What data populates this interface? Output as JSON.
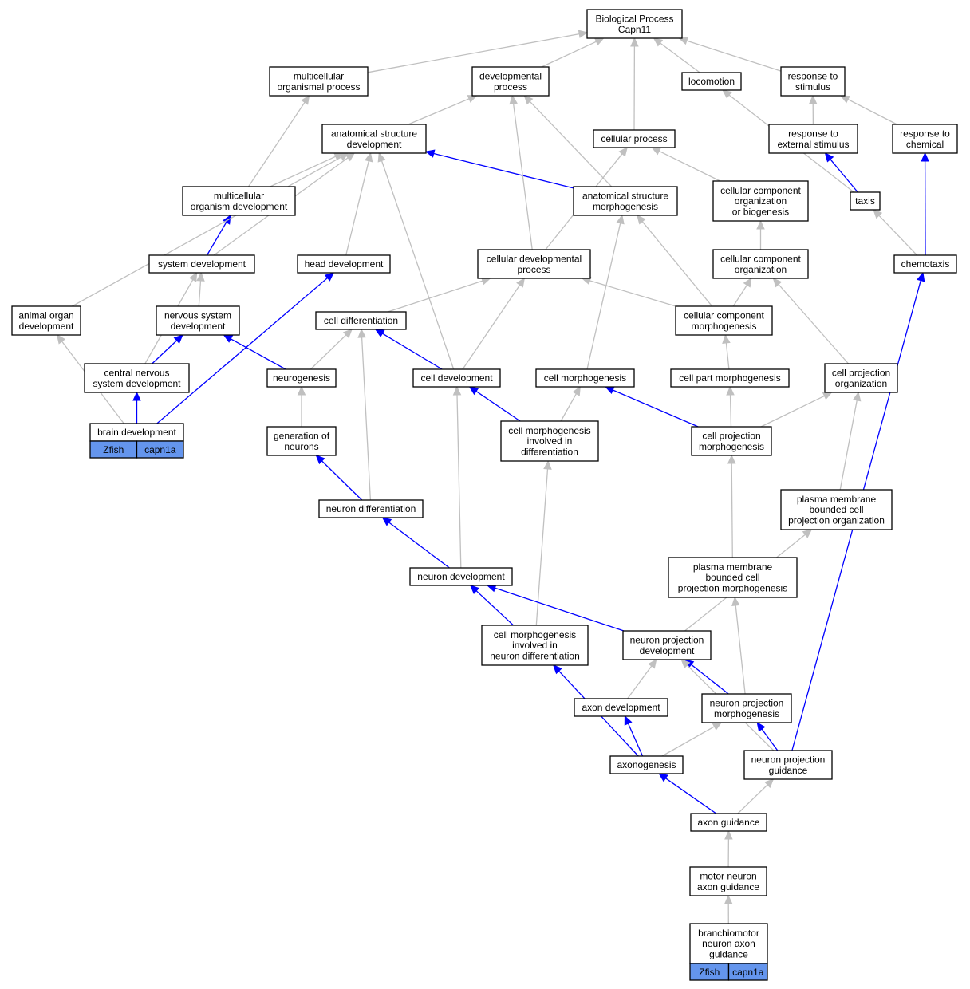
{
  "diagram": {
    "colors": {
      "is_a_edge": "#c0c0c0",
      "part_of_edge": "#0000ff",
      "annotation_tag": "#6495ed",
      "node_border": "#000000",
      "node_fill": "#ffffff"
    },
    "nodes": [
      {
        "id": "bp",
        "lines": [
          "Biological Process",
          "Capn11"
        ]
      },
      {
        "id": "mop",
        "lines": [
          "multicellular",
          "organismal process"
        ]
      },
      {
        "id": "dp",
        "lines": [
          "developmental",
          "process"
        ]
      },
      {
        "id": "loc",
        "lines": [
          "locomotion"
        ]
      },
      {
        "id": "rts",
        "lines": [
          "response to",
          "stimulus"
        ]
      },
      {
        "id": "asd",
        "lines": [
          "anatomical structure",
          "development"
        ]
      },
      {
        "id": "cp",
        "lines": [
          "cellular process"
        ]
      },
      {
        "id": "rtes",
        "lines": [
          "response to",
          "external stimulus"
        ]
      },
      {
        "id": "rtc",
        "lines": [
          "response to",
          "chemical"
        ]
      },
      {
        "id": "mod",
        "lines": [
          "multicellular",
          "organism development"
        ]
      },
      {
        "id": "asm",
        "lines": [
          "anatomical structure",
          "morphogenesis"
        ]
      },
      {
        "id": "ccob",
        "lines": [
          "cellular component",
          "organization",
          "or biogenesis"
        ]
      },
      {
        "id": "taxis",
        "lines": [
          "taxis"
        ]
      },
      {
        "id": "sd",
        "lines": [
          "system development"
        ]
      },
      {
        "id": "hd",
        "lines": [
          "head development"
        ]
      },
      {
        "id": "cdp",
        "lines": [
          "cellular developmental",
          "process"
        ]
      },
      {
        "id": "cco",
        "lines": [
          "cellular component",
          "organization"
        ]
      },
      {
        "id": "chemo",
        "lines": [
          "chemotaxis"
        ]
      },
      {
        "id": "aod",
        "lines": [
          "animal organ",
          "development"
        ]
      },
      {
        "id": "nsd",
        "lines": [
          "nervous system",
          "development"
        ]
      },
      {
        "id": "cdiff",
        "lines": [
          "cell differentiation"
        ]
      },
      {
        "id": "ccm",
        "lines": [
          "cellular component",
          "morphogenesis"
        ]
      },
      {
        "id": "cnsd",
        "lines": [
          "central nervous",
          "system development"
        ]
      },
      {
        "id": "neurog",
        "lines": [
          "neurogenesis"
        ]
      },
      {
        "id": "cdev",
        "lines": [
          "cell development"
        ]
      },
      {
        "id": "cmorph",
        "lines": [
          "cell morphogenesis"
        ]
      },
      {
        "id": "cpm",
        "lines": [
          "cell part morphogenesis"
        ]
      },
      {
        "id": "cpo",
        "lines": [
          "cell projection",
          "organization"
        ]
      },
      {
        "id": "bd",
        "lines": [
          "brain development"
        ],
        "tags": [
          "Zfish",
          "capn1a"
        ]
      },
      {
        "id": "gon",
        "lines": [
          "generation of",
          "neurons"
        ]
      },
      {
        "id": "cmid",
        "lines": [
          "cell morphogenesis",
          "involved in",
          "differentiation"
        ]
      },
      {
        "id": "cprojm",
        "lines": [
          "cell projection",
          "morphogenesis"
        ]
      },
      {
        "id": "pmbcpo",
        "lines": [
          "plasma membrane",
          "bounded cell",
          "projection organization"
        ]
      },
      {
        "id": "ndiff",
        "lines": [
          "neuron differentiation"
        ]
      },
      {
        "id": "ndev",
        "lines": [
          "neuron development"
        ]
      },
      {
        "id": "pmbcpm",
        "lines": [
          "plasma membrane",
          "bounded cell",
          "projection morphogenesis"
        ]
      },
      {
        "id": "cmind",
        "lines": [
          "cell morphogenesis",
          "involved in",
          "neuron differentiation"
        ]
      },
      {
        "id": "npd",
        "lines": [
          "neuron projection",
          "development"
        ]
      },
      {
        "id": "axd",
        "lines": [
          "axon development"
        ]
      },
      {
        "id": "npm",
        "lines": [
          "neuron projection",
          "morphogenesis"
        ]
      },
      {
        "id": "axg",
        "lines": [
          "axonogenesis"
        ]
      },
      {
        "id": "npg",
        "lines": [
          "neuron projection",
          "guidance"
        ]
      },
      {
        "id": "axguid",
        "lines": [
          "axon guidance"
        ]
      },
      {
        "id": "mnag",
        "lines": [
          "motor neuron",
          "axon guidance"
        ]
      },
      {
        "id": "bmnag",
        "lines": [
          "branchiomotor",
          "neuron axon",
          "guidance"
        ],
        "tags": [
          "Zfish",
          "capn1a"
        ]
      }
    ],
    "edges": [
      {
        "from": "mop",
        "to": "bp",
        "type": "is_a"
      },
      {
        "from": "dp",
        "to": "bp",
        "type": "is_a"
      },
      {
        "from": "loc",
        "to": "bp",
        "type": "is_a"
      },
      {
        "from": "rts",
        "to": "bp",
        "type": "is_a"
      },
      {
        "from": "cp",
        "to": "bp",
        "type": "is_a"
      },
      {
        "from": "asd",
        "to": "dp",
        "type": "is_a"
      },
      {
        "from": "rtes",
        "to": "rts",
        "type": "is_a"
      },
      {
        "from": "rtc",
        "to": "rts",
        "type": "is_a"
      },
      {
        "from": "mod",
        "to": "mop",
        "type": "is_a"
      },
      {
        "from": "mod",
        "to": "asd",
        "type": "is_a"
      },
      {
        "from": "asm",
        "to": "asd",
        "type": "part_of"
      },
      {
        "from": "asm",
        "to": "dp",
        "type": "is_a"
      },
      {
        "from": "ccob",
        "to": "cp",
        "type": "is_a"
      },
      {
        "from": "taxis",
        "to": "rtes",
        "type": "part_of"
      },
      {
        "from": "taxis",
        "to": "loc",
        "type": "is_a"
      },
      {
        "from": "sd",
        "to": "mod",
        "type": "part_of"
      },
      {
        "from": "sd",
        "to": "asd",
        "type": "is_a"
      },
      {
        "from": "hd",
        "to": "asd",
        "type": "is_a"
      },
      {
        "from": "cdp",
        "to": "dp",
        "type": "is_a"
      },
      {
        "from": "cdp",
        "to": "cp",
        "type": "is_a"
      },
      {
        "from": "cco",
        "to": "ccob",
        "type": "is_a"
      },
      {
        "from": "chemo",
        "to": "taxis",
        "type": "is_a"
      },
      {
        "from": "chemo",
        "to": "rtc",
        "type": "part_of"
      },
      {
        "from": "aod",
        "to": "asd",
        "type": "is_a"
      },
      {
        "from": "nsd",
        "to": "sd",
        "type": "is_a"
      },
      {
        "from": "cdiff",
        "to": "cdp",
        "type": "is_a"
      },
      {
        "from": "ccm",
        "to": "cdp",
        "type": "is_a"
      },
      {
        "from": "ccm",
        "to": "asm",
        "type": "is_a"
      },
      {
        "from": "ccm",
        "to": "cco",
        "type": "is_a"
      },
      {
        "from": "cnsd",
        "to": "nsd",
        "type": "part_of"
      },
      {
        "from": "cnsd",
        "to": "sd",
        "type": "is_a"
      },
      {
        "from": "neurog",
        "to": "nsd",
        "type": "part_of"
      },
      {
        "from": "neurog",
        "to": "cdiff",
        "type": "is_a"
      },
      {
        "from": "cdev",
        "to": "cdiff",
        "type": "part_of"
      },
      {
        "from": "cdev",
        "to": "cdp",
        "type": "is_a"
      },
      {
        "from": "cdev",
        "to": "asd",
        "type": "is_a"
      },
      {
        "from": "cmorph",
        "to": "asm",
        "type": "is_a"
      },
      {
        "from": "cpm",
        "to": "ccm",
        "type": "is_a"
      },
      {
        "from": "cpo",
        "to": "cco",
        "type": "is_a"
      },
      {
        "from": "bd",
        "to": "cnsd",
        "type": "part_of"
      },
      {
        "from": "bd",
        "to": "hd",
        "type": "part_of"
      },
      {
        "from": "bd",
        "to": "aod",
        "type": "is_a"
      },
      {
        "from": "gon",
        "to": "neurog",
        "type": "is_a"
      },
      {
        "from": "cmid",
        "to": "cdev",
        "type": "part_of"
      },
      {
        "from": "cmid",
        "to": "cmorph",
        "type": "is_a"
      },
      {
        "from": "cprojm",
        "to": "cmorph",
        "type": "part_of"
      },
      {
        "from": "cprojm",
        "to": "cpm",
        "type": "is_a"
      },
      {
        "from": "cprojm",
        "to": "cpo",
        "type": "is_a"
      },
      {
        "from": "pmbcpo",
        "to": "cpo",
        "type": "is_a"
      },
      {
        "from": "ndiff",
        "to": "gon",
        "type": "part_of"
      },
      {
        "from": "ndiff",
        "to": "cdiff",
        "type": "is_a"
      },
      {
        "from": "ndev",
        "to": "ndiff",
        "type": "part_of"
      },
      {
        "from": "ndev",
        "to": "cdev",
        "type": "is_a"
      },
      {
        "from": "pmbcpm",
        "to": "cprojm",
        "type": "is_a"
      },
      {
        "from": "cmind",
        "to": "ndev",
        "type": "part_of"
      },
      {
        "from": "cmind",
        "to": "cmid",
        "type": "is_a"
      },
      {
        "from": "npd",
        "to": "ndev",
        "type": "part_of"
      },
      {
        "from": "npd",
        "to": "pmbcpo",
        "type": "is_a"
      },
      {
        "from": "axd",
        "to": "npd",
        "type": "is_a"
      },
      {
        "from": "npm",
        "to": "npd",
        "type": "part_of"
      },
      {
        "from": "npm",
        "to": "pmbcpm",
        "type": "is_a"
      },
      {
        "from": "axg",
        "to": "axd",
        "type": "part_of"
      },
      {
        "from": "axg",
        "to": "cmind",
        "type": "part_of"
      },
      {
        "from": "axg",
        "to": "npm",
        "type": "is_a"
      },
      {
        "from": "npg",
        "to": "npm",
        "type": "part_of"
      },
      {
        "from": "npg",
        "to": "chemo",
        "type": "part_of"
      },
      {
        "from": "npg",
        "to": "npd",
        "type": "is_a"
      },
      {
        "from": "axguid",
        "to": "axg",
        "type": "part_of"
      },
      {
        "from": "axguid",
        "to": "npg",
        "type": "is_a"
      },
      {
        "from": "mnag",
        "to": "axguid",
        "type": "is_a"
      },
      {
        "from": "bmnag",
        "to": "mnag",
        "type": "is_a"
      }
    ]
  }
}
